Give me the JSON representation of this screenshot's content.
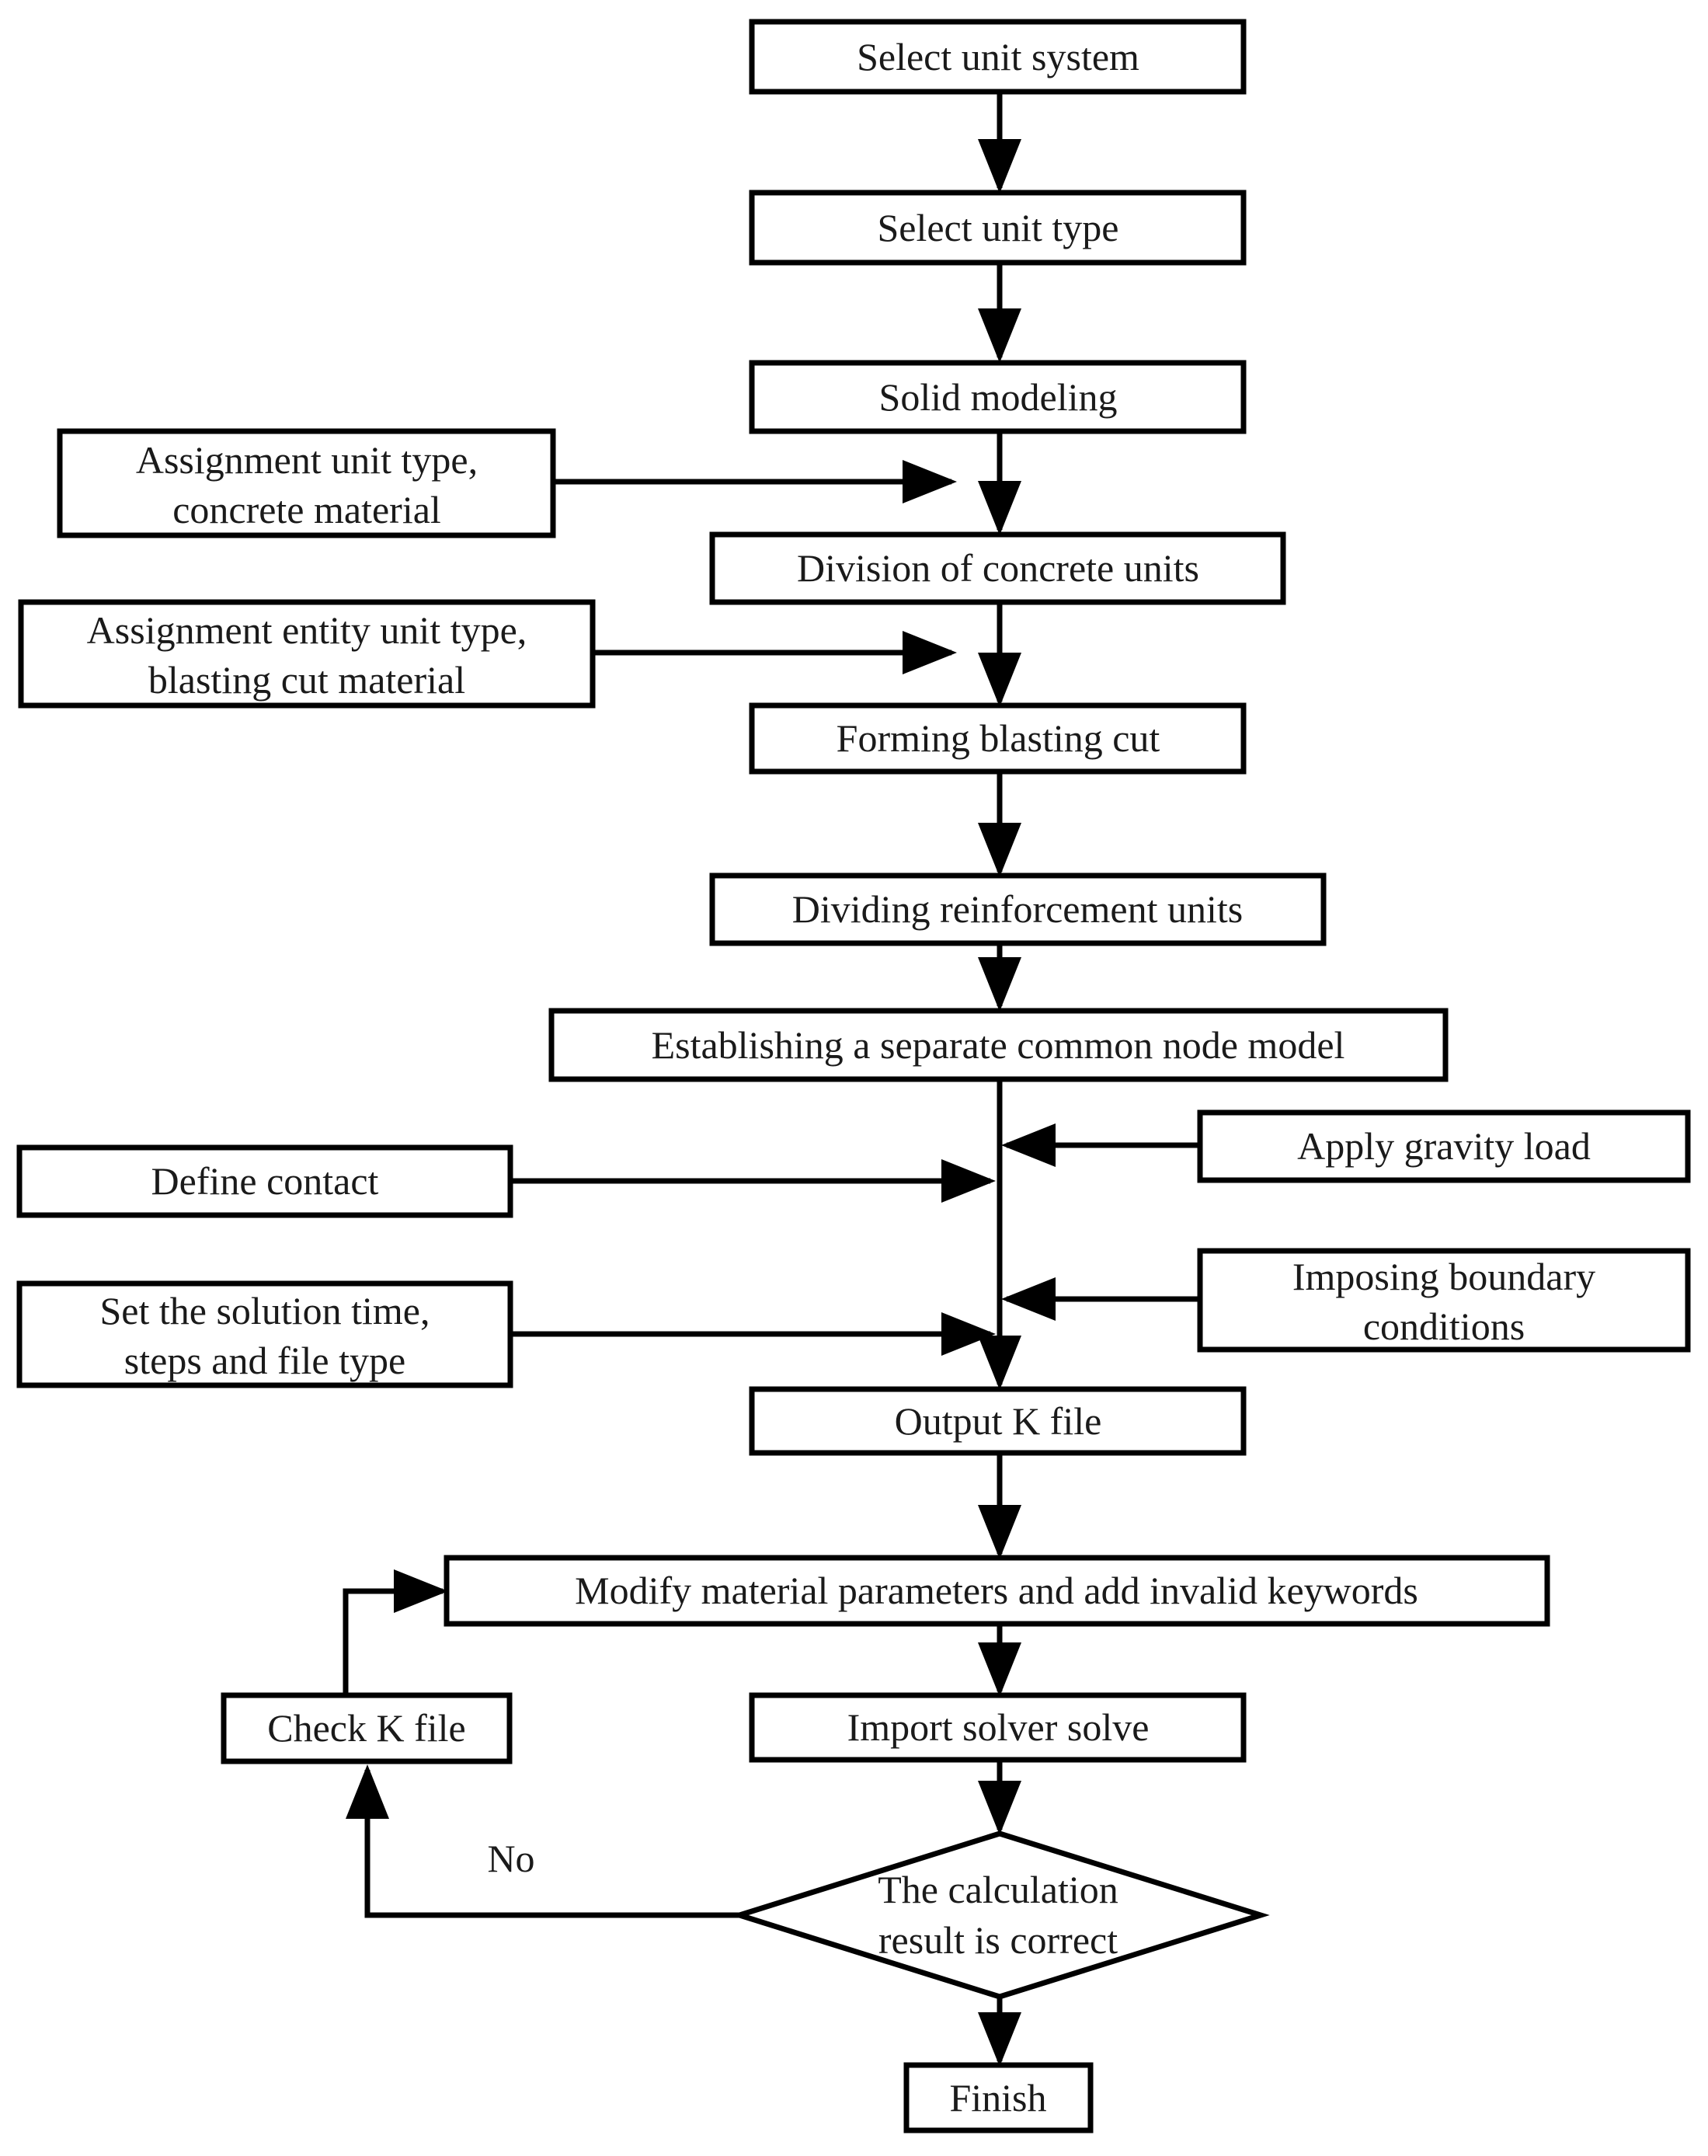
{
  "nodes": {
    "select_unit_system": "Select unit system",
    "select_unit_type": "Select unit type",
    "solid_modeling": "Solid modeling",
    "assign_unit_type": [
      "Assignment unit type,",
      "concrete material"
    ],
    "division_concrete": "Division of concrete units",
    "assign_entity": [
      "Assignment entity unit type,",
      "blasting cut material"
    ],
    "forming_cut": "Forming blasting cut",
    "dividing_reinforcement": "Dividing reinforcement units",
    "common_node_model": "Establishing a separate common node model",
    "apply_gravity": "Apply gravity load",
    "define_contact": "Define contact",
    "boundary_conditions": [
      "Imposing boundary",
      "conditions"
    ],
    "solution_time": [
      "Set the solution time,",
      "steps and file type"
    ],
    "output_k": "Output K file",
    "modify_params": "Modify material parameters and add invalid keywords",
    "check_k": "Check K file",
    "import_solver": "Import solver solve",
    "decision": [
      "The calculation",
      "result is correct"
    ],
    "finish": "Finish"
  },
  "edge_labels": {
    "no": "No"
  },
  "colors": {
    "stroke": "#000000",
    "text": "#1a1a1a",
    "background": "#ffffff"
  }
}
